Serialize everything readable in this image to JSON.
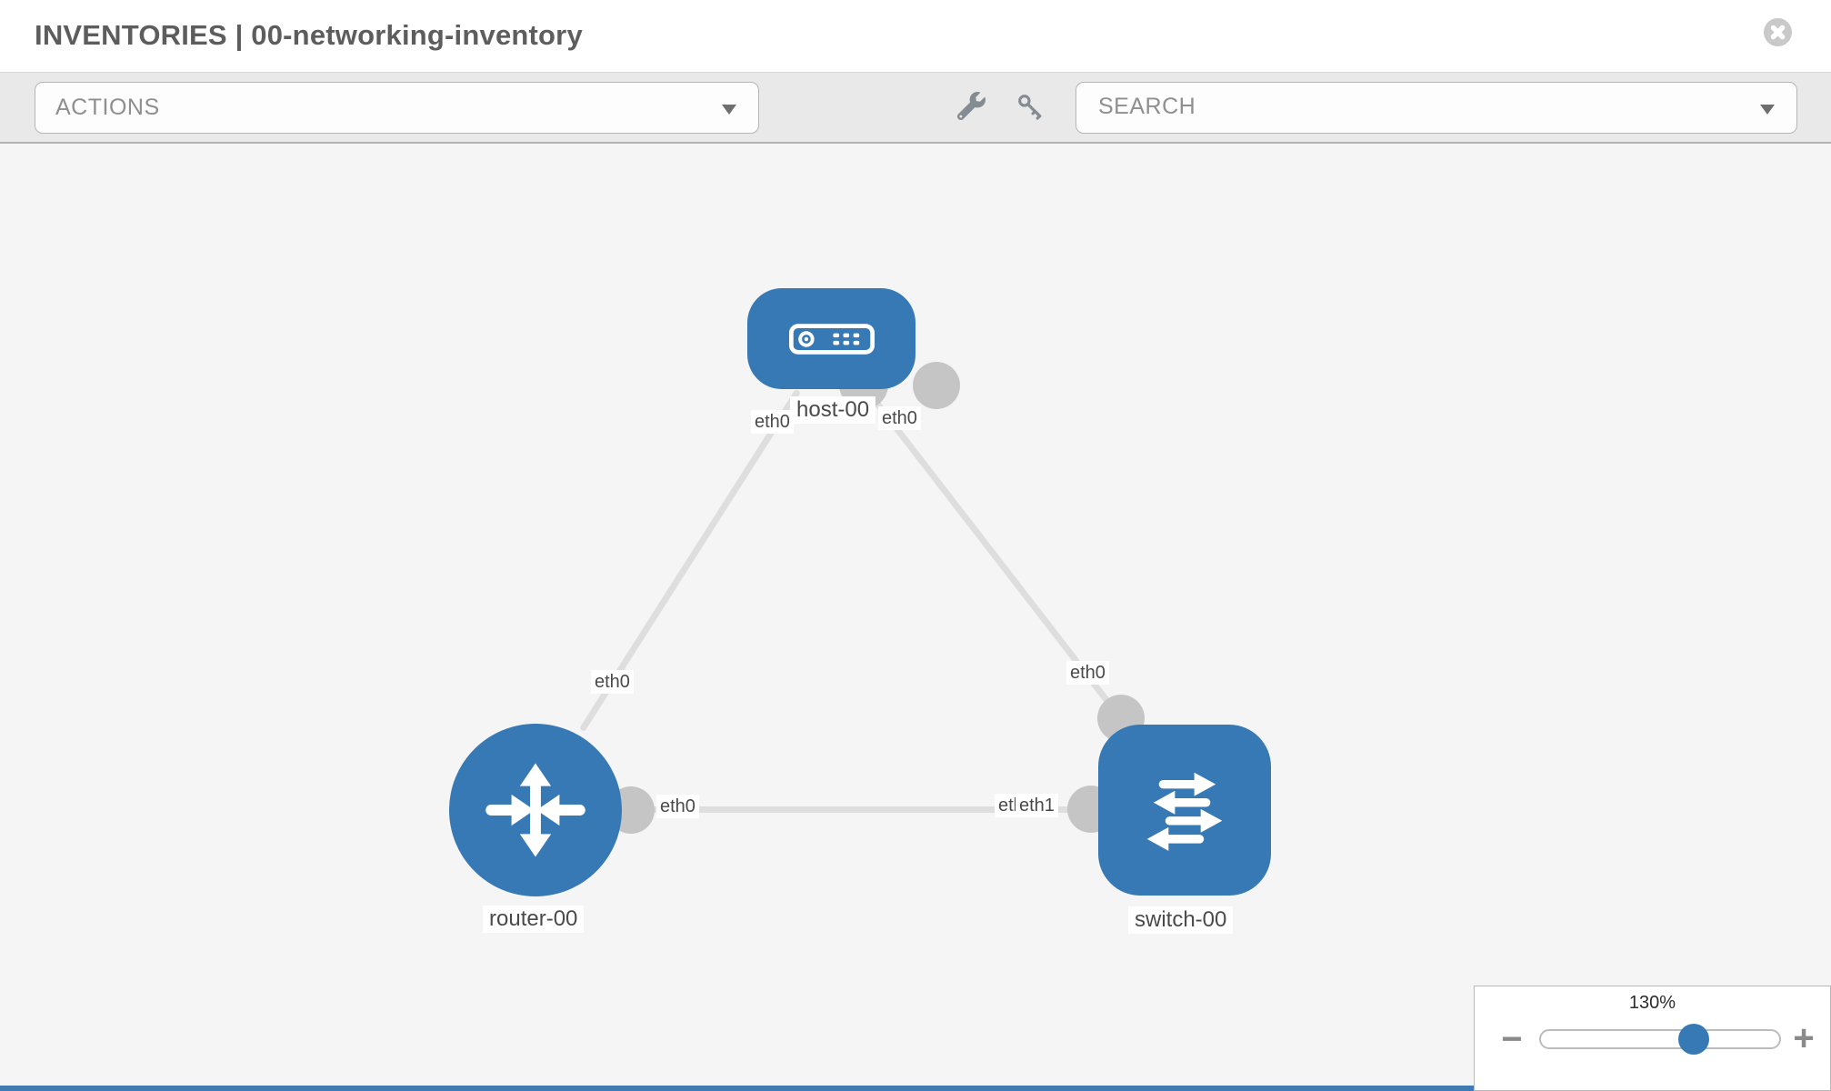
{
  "header": {
    "title": "INVENTORIES | 00-networking-inventory"
  },
  "toolbar": {
    "actions": {
      "label": "ACTIONS"
    },
    "search": {
      "placeholder": "SEARCH",
      "value": ""
    },
    "tools": [
      {
        "name": "wrench-icon"
      },
      {
        "name": "key-icon"
      }
    ]
  },
  "topology": {
    "nodes": [
      {
        "id": "host-00",
        "label": "host-00",
        "type": "host"
      },
      {
        "id": "router-00",
        "label": "router-00",
        "type": "router"
      },
      {
        "id": "switch-00",
        "label": "switch-00",
        "type": "switch"
      }
    ],
    "links": [
      {
        "from": "host-00",
        "to": "router-00",
        "from_if": "eth0",
        "to_if": "eth0"
      },
      {
        "from": "host-00",
        "to": "switch-00",
        "from_if": "eth0",
        "to_if": "eth0"
      },
      {
        "from": "router-00",
        "to": "switch-00",
        "from_if": "eth0",
        "to_if": "eth1"
      }
    ]
  },
  "zoom_control": {
    "level": "130%",
    "minus_glyph": "−",
    "plus_glyph": "+"
  },
  "colors": {
    "node_blue": "#3779b5",
    "endpoint_gray": "#c5c5c5",
    "link_gray": "#dedede",
    "toolbar_gray": "#e9e9e9"
  }
}
